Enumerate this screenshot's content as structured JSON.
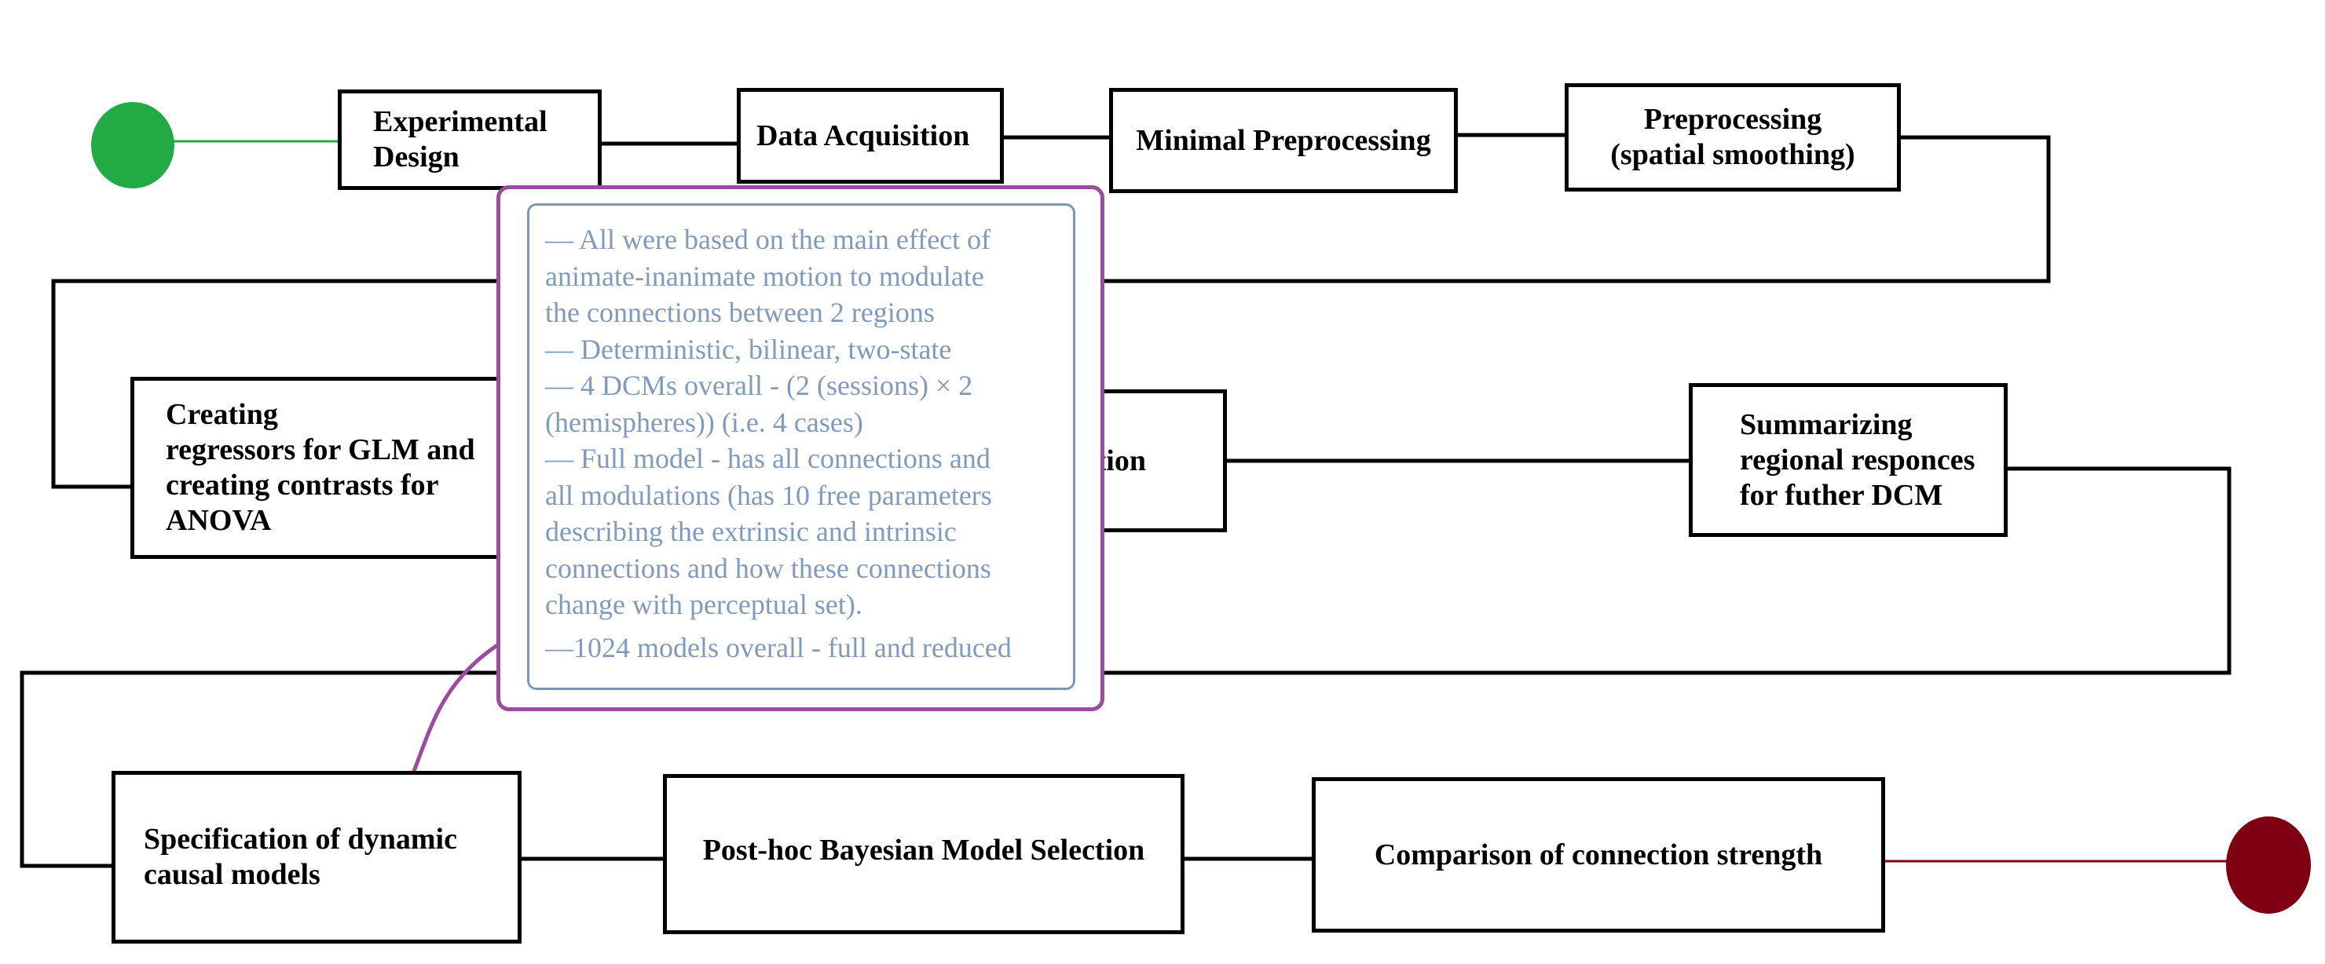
{
  "diagram": {
    "nodes": {
      "experimental_design": "Experimental\nDesign",
      "data_acquisition": "Data Acquisition",
      "minimal_preprocessing": "Minimal Preprocessing",
      "preprocessing": "Preprocessing\n(spatial smoothing)",
      "creating_regressors": "Creating\nregressors for GLM and\ncreating contrasts for\nANOVA",
      "hidden_step_fragment": "ction",
      "summarizing": "Summarizing\nregional responces\nfor futher DCM",
      "specification": "Specification of dynamic\ncausal models",
      "bayesian_selection": "Post-hoc Bayesian Model Selection",
      "comparison": "Comparison of connection strength"
    },
    "callout_lines": [
      "— All were based on the main effect of",
      "animate-inanimate motion to modulate",
      "the connections between 2 regions",
      "— Deterministic, bilinear, two-state",
      "— 4 DCMs overall - (2 (sessions) × 2",
      "(hemispheres)) (i.e. 4 cases)",
      "— Full model - has all connections and",
      "all modulations (has 10 free parameters",
      "describing the extrinsic and intrinsic",
      "connections and how these connections",
      "change with perceptual set).",
      "—1024 models overall - full and reduced"
    ],
    "colors": {
      "start": "#22aa44",
      "end": "#7f0012",
      "callout_border": "#9b4c9f",
      "callout_inner_border": "#7d97b3",
      "callout_text": "#7f9abd",
      "end_line": "#7f0012"
    }
  }
}
